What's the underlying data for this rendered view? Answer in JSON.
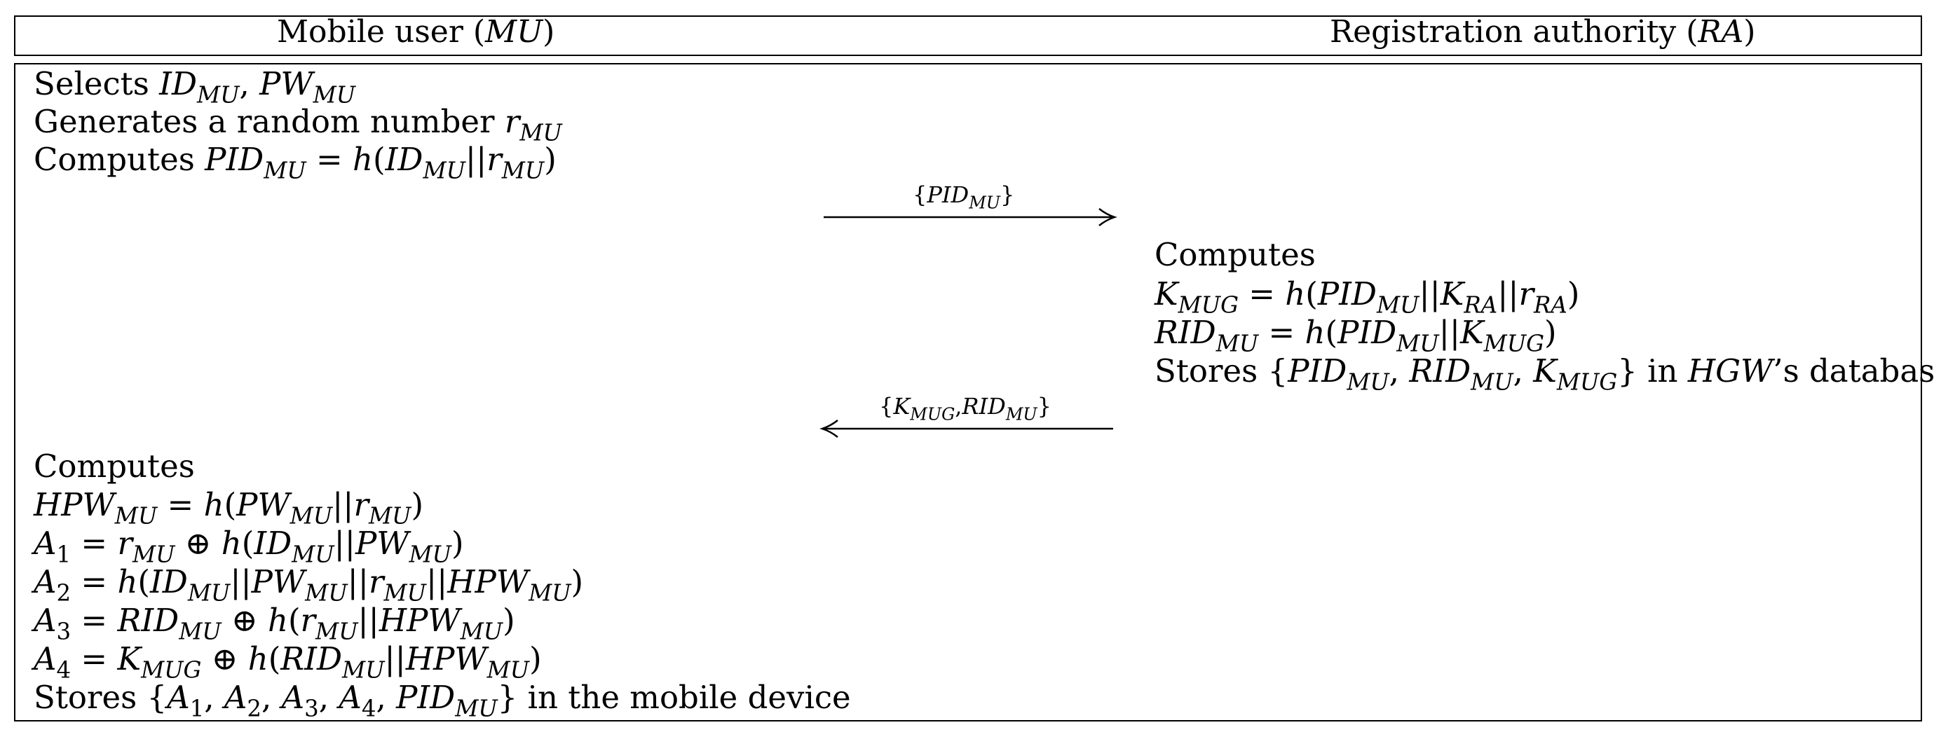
{
  "header": {
    "mu_label": "Mobile user (",
    "mu_abbr": "MU",
    "ra_label": "Registration authority (",
    "ra_abbr": "RA",
    "close_paren": ")"
  },
  "t": {
    "selects": "Selects ",
    "generates": "Generates a random number ",
    "computes": "Computes ",
    "stores": "Stores ",
    "in_hgw": " in ",
    "hgw": "HGW",
    "hgw_db": "’s database",
    "in_device": " in the mobile device",
    "ID": "ID",
    "PW": "PW",
    "PID": "PID",
    "RID": "RID",
    "HPW": "HPW",
    "K": "K",
    "r": "r",
    "h": "h",
    "A": "A",
    "MU": "MU",
    "MUG": "MUG",
    "RA": "RA",
    "n1": "1",
    "n2": "2",
    "n3": "3",
    "n4": "4",
    "eq": " = ",
    "xor": " ⊕ ",
    "cc": "||",
    "lp": "(",
    "rp": ")",
    "lb": "{",
    "rb": "}",
    "comma": ", ",
    "msg_comma": ","
  },
  "messages": {
    "msg1": "PID",
    "msg1_sub": "MU",
    "msg2_a": "K",
    "msg2_a_sub": "MUG",
    "msg2_b": "RID",
    "msg2_b_sub": "MU"
  }
}
